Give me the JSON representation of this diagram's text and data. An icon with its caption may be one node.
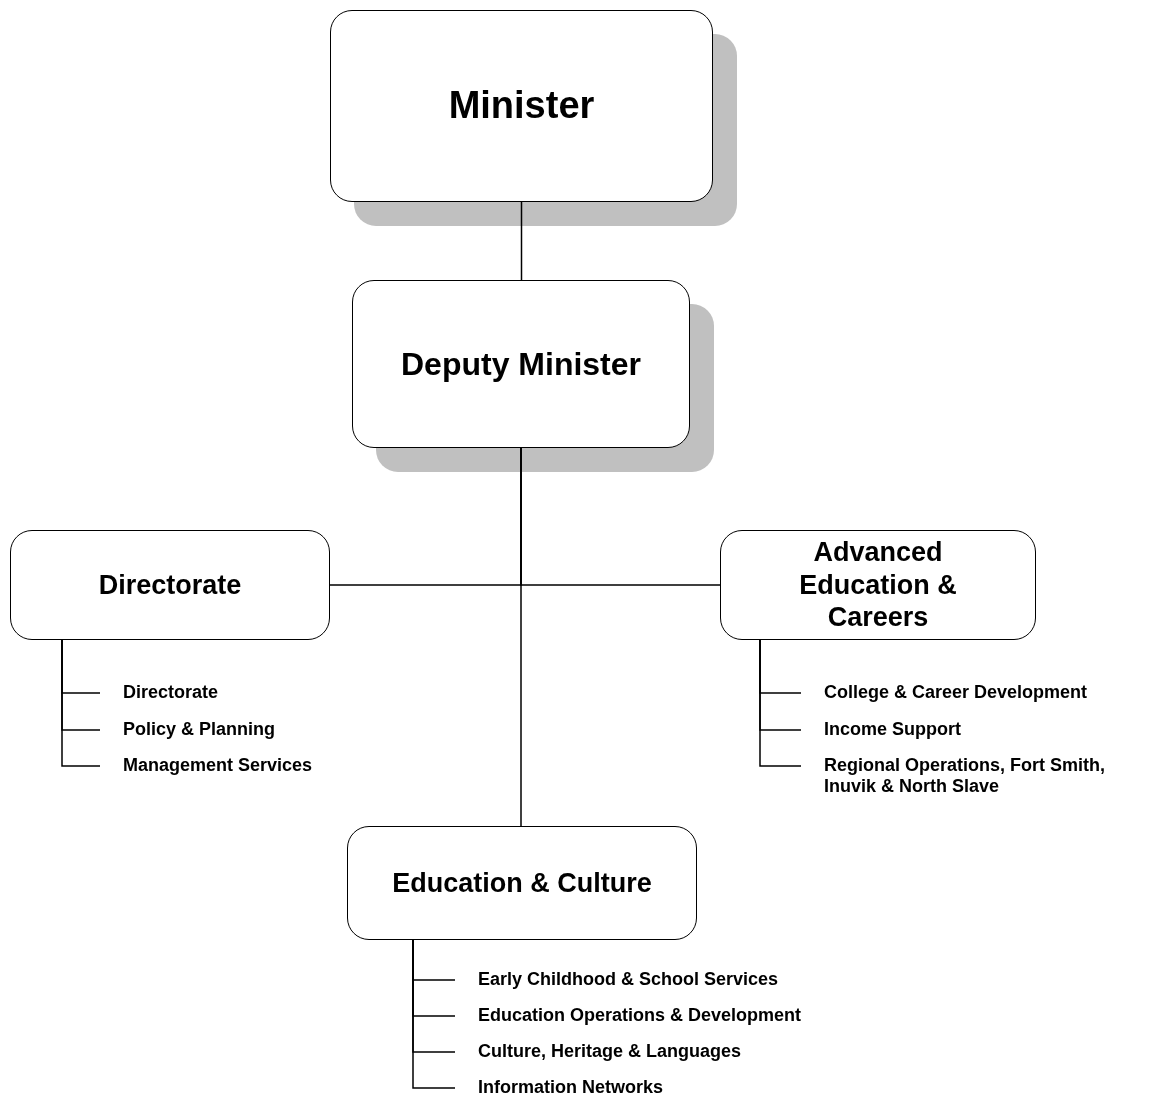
{
  "diagram": {
    "nodes": [
      {
        "text": [
          "Minister"
        ]
      },
      {
        "text": [
          "Deputy Minister"
        ]
      },
      {
        "text": [
          "Directorate"
        ]
      },
      {
        "text": [
          "Advanced Education & Careers"
        ]
      },
      {
        "text": [
          "Education & Culture"
        ]
      },
      {
        "text": [
          "Directorate"
        ]
      },
      {
        "text": [
          "Policy & Planning"
        ]
      },
      {
        "text": [
          "Management Services"
        ]
      },
      {
        "text": [
          "College & Career Development"
        ]
      },
      {
        "text": [
          "Income Support"
        ]
      },
      {
        "text": [
          "Regional Operations, Fort Smith, Inuvik & North Slave"
        ]
      },
      {
        "text": [
          "Early Childhood & School Services"
        ]
      },
      {
        "text": [
          "Education Operations & Development"
        ]
      },
      {
        "text": [
          "Culture, Heritage & Languages"
        ]
      },
      {
        "text": [
          "Information Networks"
        ]
      }
    ],
    "edges": [
      {
        "from": 0,
        "to": 1,
        "arrow": "none"
      },
      {
        "from": 1,
        "to": 2,
        "arrow": "none"
      },
      {
        "from": 1,
        "to": 3,
        "arrow": "none"
      },
      {
        "from": 1,
        "to": 4,
        "arrow": "none"
      },
      {
        "from": 2,
        "to": 5,
        "arrow": "none"
      },
      {
        "from": 2,
        "to": 6,
        "arrow": "none"
      },
      {
        "from": 2,
        "to": 7,
        "arrow": "none"
      },
      {
        "from": 3,
        "to": 8,
        "arrow": "none"
      },
      {
        "from": 3,
        "to": 9,
        "arrow": "none"
      },
      {
        "from": 3,
        "to": 10,
        "arrow": "none"
      },
      {
        "from": 4,
        "to": 11,
        "arrow": "none"
      },
      {
        "from": 4,
        "to": 12,
        "arrow": "none"
      },
      {
        "from": 4,
        "to": 13,
        "arrow": "none"
      },
      {
        "from": 4,
        "to": 14,
        "arrow": "none"
      }
    ]
  }
}
